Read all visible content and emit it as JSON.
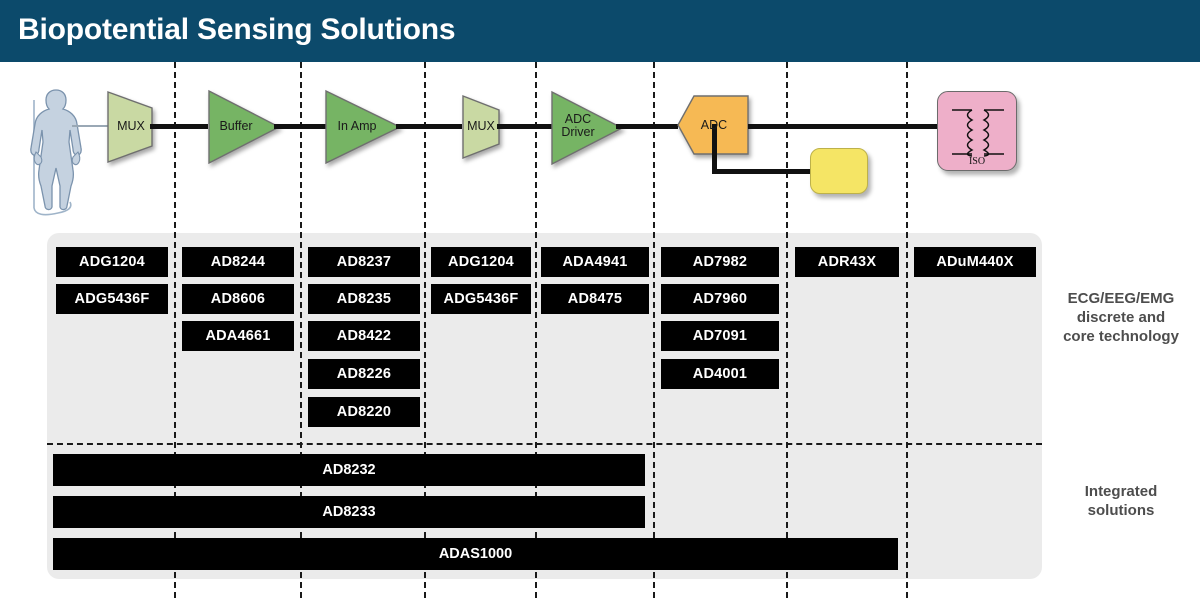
{
  "header": {
    "title": "Biopotential Sensing Solutions"
  },
  "colors": {
    "header_bg": "#0c4a6b",
    "panel_bg": "#ebebeb",
    "chip_bg": "#000000",
    "chip_fg": "#ffffff",
    "mux_green": "#c9d9a3",
    "amp_green": "#76b464",
    "adc_orange": "#f5b köp",
    "iso_pink": "#eeafc9",
    "ref_yellow": "#f5e565",
    "caption_fg": "#4d4d4d"
  },
  "signal_chain": {
    "source_icon": "human-body-icon",
    "blocks": [
      {
        "id": "mux1",
        "label": "MUX",
        "shape": "trapezoid",
        "color": "#c9d9a3"
      },
      {
        "id": "buffer",
        "label": "Buffer",
        "shape": "triangle",
        "color": "#76b464"
      },
      {
        "id": "inamp",
        "label": "In Amp",
        "shape": "triangle",
        "color": "#76b464"
      },
      {
        "id": "mux2",
        "label": "MUX",
        "shape": "trapezoid",
        "color": "#c9d9a3"
      },
      {
        "id": "adcdriver",
        "label": "ADC Driver",
        "shape": "triangle",
        "color": "#76b464"
      },
      {
        "id": "adc",
        "label": "ADC",
        "shape": "pentagon",
        "color": "#f6b954"
      },
      {
        "id": "reference",
        "label": "",
        "shape": "rounded-square",
        "color": "#f5e565"
      },
      {
        "id": "isolator",
        "label": "ISO",
        "shape": "rounded-rect",
        "color": "#eeafc9"
      }
    ]
  },
  "columns": [
    {
      "name": "mux-input",
      "parts": [
        "ADG1204",
        "ADG5436F"
      ]
    },
    {
      "name": "buffer",
      "parts": [
        "AD8244",
        "AD8606",
        "ADA4661"
      ]
    },
    {
      "name": "in-amp",
      "parts": [
        "AD8237",
        "AD8235",
        "AD8422",
        "AD8226",
        "AD8220"
      ]
    },
    {
      "name": "mux-second",
      "parts": [
        "ADG1204",
        "ADG5436F"
      ]
    },
    {
      "name": "adc-driver",
      "parts": [
        "ADA4941",
        "AD8475"
      ]
    },
    {
      "name": "adc",
      "parts": [
        "AD7982",
        "AD7960",
        "AD7091",
        "AD4001"
      ]
    },
    {
      "name": "reference",
      "parts": [
        "ADR43X"
      ]
    },
    {
      "name": "isolation",
      "parts": [
        "ADuM440X"
      ]
    }
  ],
  "integrated_bars": [
    {
      "label": "AD8232"
    },
    {
      "label": "AD8233"
    },
    {
      "label": "ADAS1000"
    }
  ],
  "captions": {
    "discrete": "ECG/EEG/EMG\ndiscrete and\ncore technology",
    "discrete_line1": "ECG/EEG/EMG",
    "discrete_line2": "discrete and",
    "discrete_line3": "core technology",
    "integrated_line1": "Integrated",
    "integrated_line2": "solutions"
  }
}
